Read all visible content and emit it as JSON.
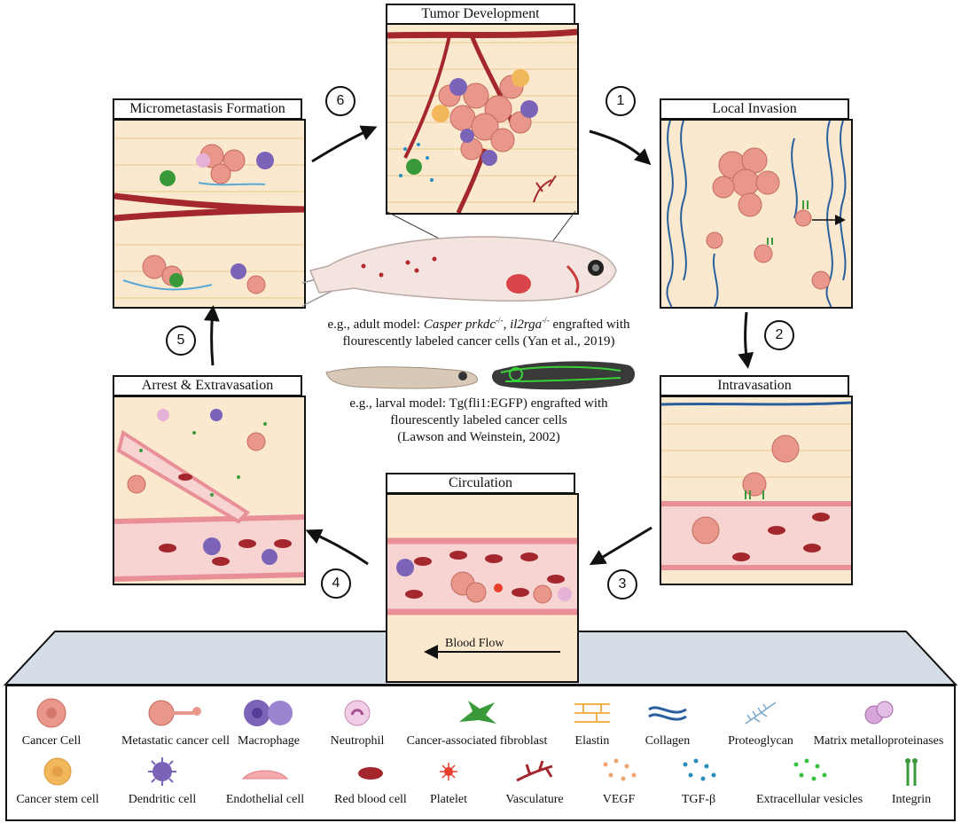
{
  "panels": {
    "tumor": {
      "title": "Tumor Development"
    },
    "invasion": {
      "title": "Local Invasion"
    },
    "intravasation": {
      "title": "Intravasation"
    },
    "circulation": {
      "title": "Circulation",
      "flow_label": "Blood Flow"
    },
    "arrest": {
      "title": "Arrest & Extravasation"
    },
    "micromet": {
      "title": "Micrometastasis Formation"
    }
  },
  "steps": [
    "1",
    "2",
    "3",
    "4",
    "5",
    "6"
  ],
  "captions": {
    "adult_prefix": "e.g., adult model: ",
    "adult_italic": "Casper prkdc",
    "adult_sup1": "-/-",
    "adult_sep": ", ",
    "adult_italic2": "il2rga",
    "adult_sup2": "-/-",
    "adult_suffix": " engrafted with",
    "adult_line2": "flourescently labeled cancer cells (Yan et al., 2019)",
    "larval_line1": "e.g., larval model: Tg(fli1:EGFP) engrafted with",
    "larval_line2": "flourescently labeled cancer cells",
    "larval_line3": "(Lawson and Weinstein, 2002)"
  },
  "legend": {
    "row1": [
      "Cancer Cell",
      "Metastatic cancer cell",
      "Macrophage",
      "Neutrophil",
      "Cancer-associated fibroblast",
      "Elastin",
      "Collagen",
      "Proteoglycan",
      "Matrix metalloproteinases"
    ],
    "row2": [
      "Cancer stem cell",
      "Dendritic cell",
      "Endothelial cell",
      "Red blood cell",
      "Platelet",
      "Vasculature",
      "VEGF",
      "TGF-β",
      "Extracellular vesicles",
      "Integrin"
    ]
  },
  "colors": {
    "tissue": "#fbe9cf",
    "elastin": "#e8c98a",
    "vessel": "#a3272c",
    "cancer": "#e9978a",
    "macrophage": "#7b63b8",
    "collagen": "#2a5f9e",
    "fibroblast": "#3a9a3a",
    "shelf": "#d5dde6"
  }
}
